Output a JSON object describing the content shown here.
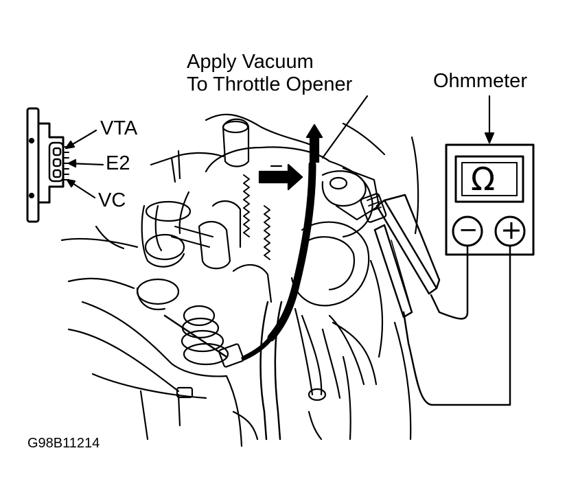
{
  "labels": {
    "apply_vacuum_line1": "Apply Vacuum",
    "apply_vacuum_line2": "To Throttle Opener",
    "ohmmeter": "Ohmmeter",
    "vta": "VTA",
    "e2": "E2",
    "vc": "VC",
    "figure_code": "G98B11214",
    "ohm_symbol": "Ω",
    "minus_symbol": "−",
    "plus_symbol": "+"
  },
  "colors": {
    "ink": "#000000",
    "paper": "#ffffff"
  }
}
